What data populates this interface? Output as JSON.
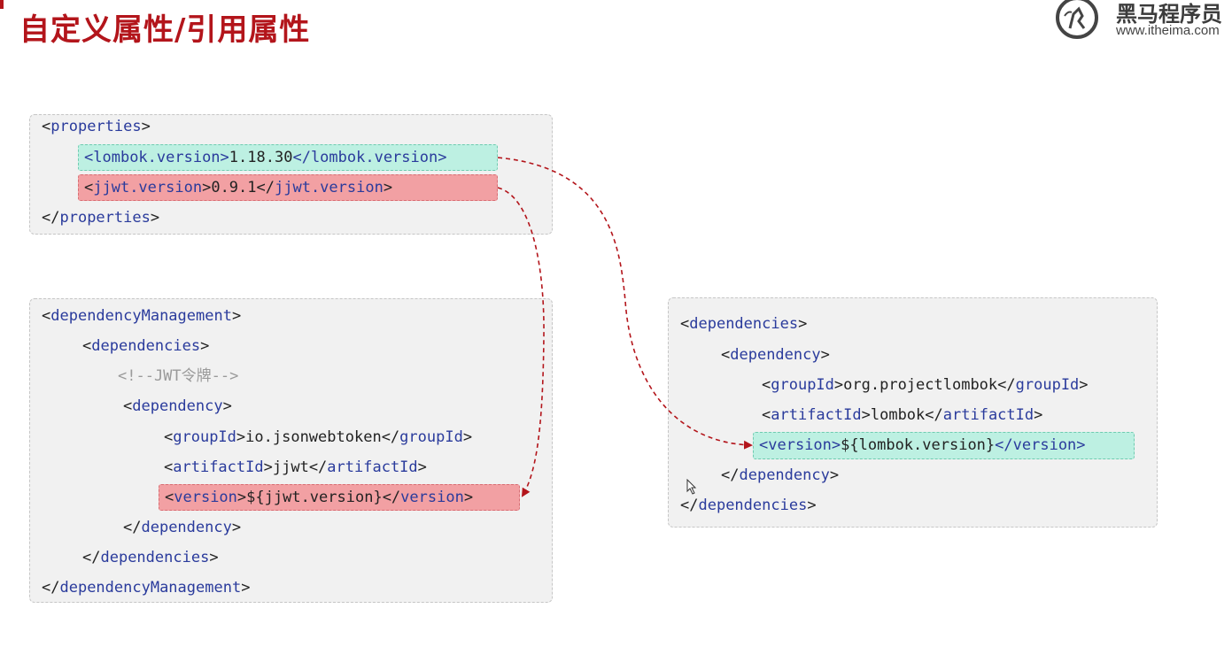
{
  "title": "自定义属性/引用属性",
  "logo": {
    "name": "黑马程序员",
    "url": "www.itheima.com"
  },
  "colors": {
    "title": "#b3151b",
    "tag": "#2a3b9c",
    "highlight_green": "#bdf0e2",
    "highlight_red": "#f2a0a3",
    "arrow": "#b3151b"
  },
  "properties_box": {
    "open": "properties",
    "entries": [
      {
        "tag": "lombok.version",
        "value": "1.18.30",
        "highlight": "green"
      },
      {
        "tag": "jjwt.version",
        "value": "0.9.1",
        "highlight": "red"
      }
    ],
    "close": "properties"
  },
  "dep_mgmt_box": {
    "open": "dependencyManagement",
    "deps_open": "dependencies",
    "comment": "<!--JWT令牌-->",
    "dep_open": "dependency",
    "group_tag": "groupId",
    "group_value": "io.jsonwebtoken",
    "artifact_tag": "artifactId",
    "artifact_value": "jjwt",
    "version_tag": "version",
    "version_value": "${jjwt.version}",
    "dep_close": "dependency",
    "deps_close": "dependencies",
    "close": "dependencyManagement"
  },
  "dependencies_box": {
    "deps_open": "dependencies",
    "dep_open": "dependency",
    "group_tag": "groupId",
    "group_value": "org.projectlombok",
    "artifact_tag": "artifactId",
    "artifact_value": "lombok",
    "version_tag": "version",
    "version_value": "${lombok.version}",
    "dep_close": "dependency",
    "deps_close": "dependencies"
  }
}
